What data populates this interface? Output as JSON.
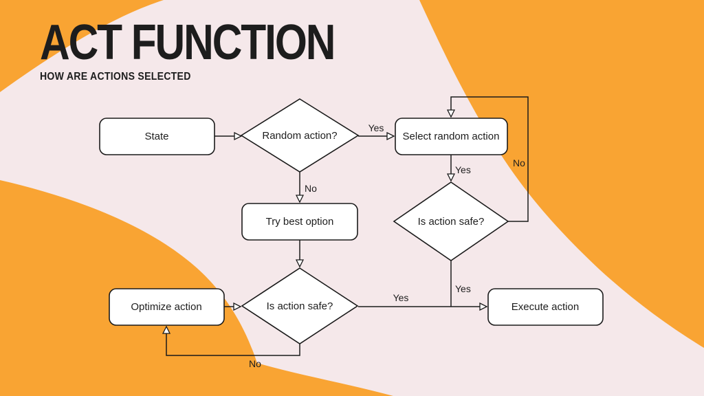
{
  "header": {
    "title": "ACT FUNCTION",
    "subtitle": "HOW ARE ACTIONS SELECTED"
  },
  "colors": {
    "orange": "#F9A433",
    "pink": "#F5E8EA",
    "node_fill": "#FFFFFF",
    "line": "#1A1A1A",
    "text": "#1D1D1D"
  },
  "flowchart": {
    "nodes": {
      "state": {
        "label": "State",
        "shape": "rounded-rect"
      },
      "random_action": {
        "label": "Random action?",
        "shape": "diamond"
      },
      "select_random_action": {
        "label": "Select random action",
        "shape": "rounded-rect"
      },
      "is_action_safe_right": {
        "label": "Is action safe?",
        "shape": "diamond"
      },
      "try_best_option": {
        "label": "Try best option",
        "shape": "rounded-rect"
      },
      "is_action_safe_bottom": {
        "label": "Is action safe?",
        "shape": "diamond"
      },
      "optimize_action": {
        "label": "Optimize action",
        "shape": "rounded-rect"
      },
      "execute_action": {
        "label": "Execute action",
        "shape": "rounded-rect"
      }
    },
    "edge_labels": {
      "random_yes": "Yes",
      "random_no": "No",
      "select_down_yes": "Yes",
      "safe_right_no": "No",
      "safe_right_yes": "Yes",
      "safe_bottom_yes": "Yes",
      "safe_bottom_no": "No"
    }
  }
}
